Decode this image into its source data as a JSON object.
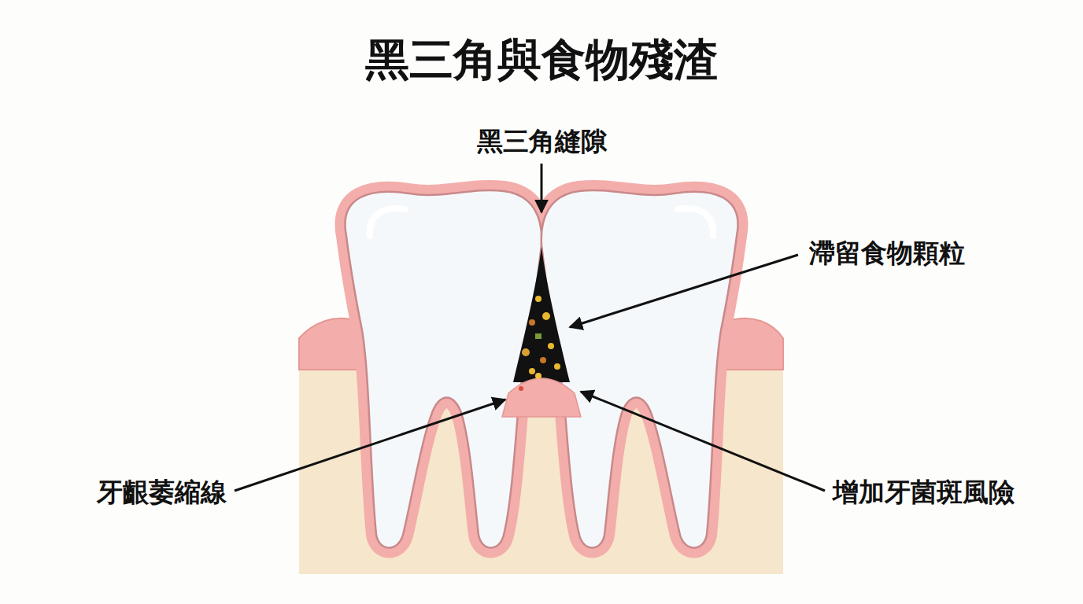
{
  "diagram": {
    "title": "黑三角與食物殘渣",
    "labels": [
      "黑三角縫隙",
      "滯留食物顆粒",
      "牙齦萎縮線",
      "增加牙菌斑風險"
    ]
  }
}
